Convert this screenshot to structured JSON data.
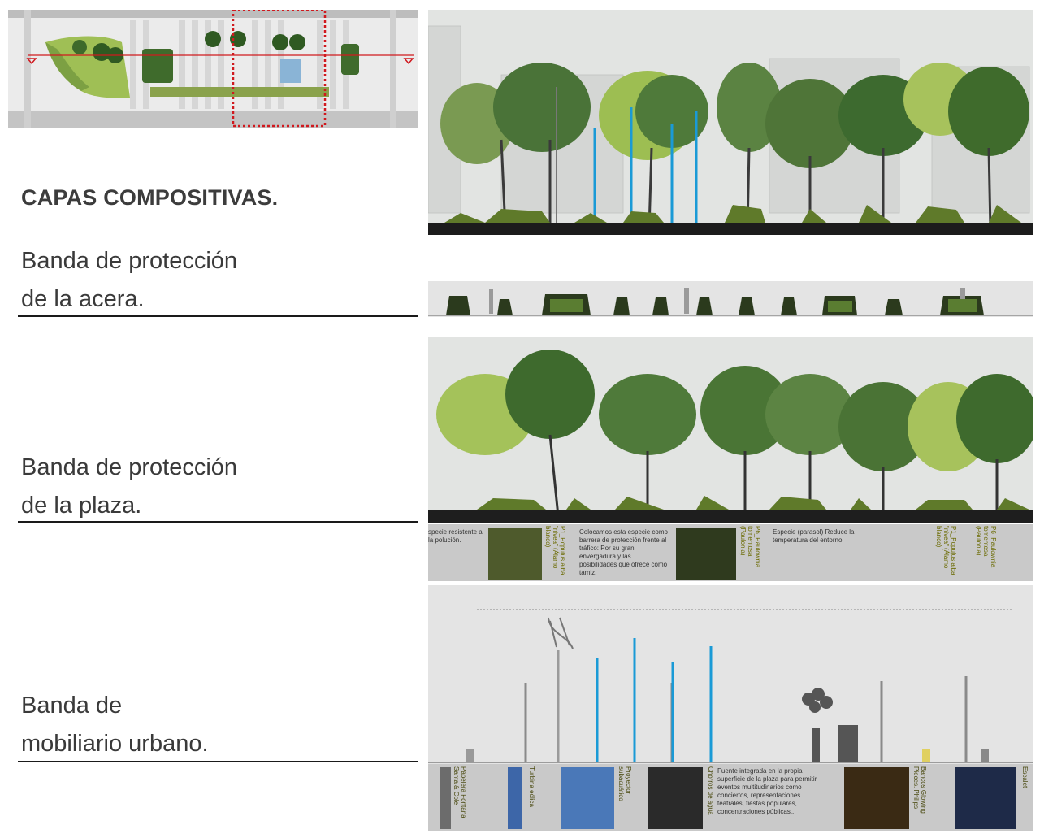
{
  "heading": "CAPAS COMPOSITIVAS.",
  "bands": [
    {
      "line1": "Banda de protección",
      "line2": "de la acera."
    },
    {
      "line1": "Banda de protección",
      "line2": "de la plaza."
    },
    {
      "line1": "Banda de",
      "line2": "mobiliario urbano."
    }
  ],
  "species_captions": {
    "c1": "specie resistente a la polución.",
    "c2": "Colocamos esta especie como barrera de protección frente al tráfico: Por su gran envergadura y las posibilidades que ofrece como tamiz.",
    "c3": "Especie (parasol) Reduce la temperatura del entorno.",
    "l1": "P1_Populus alba \"nivea\" (Álamo blanco)",
    "l2": "P6_Paulownia tomentosa (Paulonia)",
    "l3": "P1_Populus alba \"nivea\" (Álamo blanco)",
    "l4": "P6_Paulownia tomentosa (Paulonia)"
  },
  "furniture_captions": {
    "l1": "Papelera Fontana Santa & Cole",
    "l2": "Turbina eólica",
    "l3": "Proyector subacuático",
    "l4": "Chorros de agua",
    "l5": "Bancos Glowing Pieces. Philips",
    "l6": "Escalet",
    "fountain_text": "Fuente integrada en la propia superficie de la plaza para permitir eventos multitudinarios como conciertos, representaciones teatrales, fiestas populares, concentraciones públicas..."
  },
  "colors": {
    "plan_red": "#d0191e",
    "tree_dark": "#3f6b2c",
    "tree_light": "#9fbf55",
    "fountain_blue": "#1a9ad6",
    "planter_green": "#5f7a2a"
  },
  "icons": [
    "section-marker-icon",
    "wind-turbine-icon",
    "balloon-figure-icon",
    "lamp-post-icon"
  ]
}
